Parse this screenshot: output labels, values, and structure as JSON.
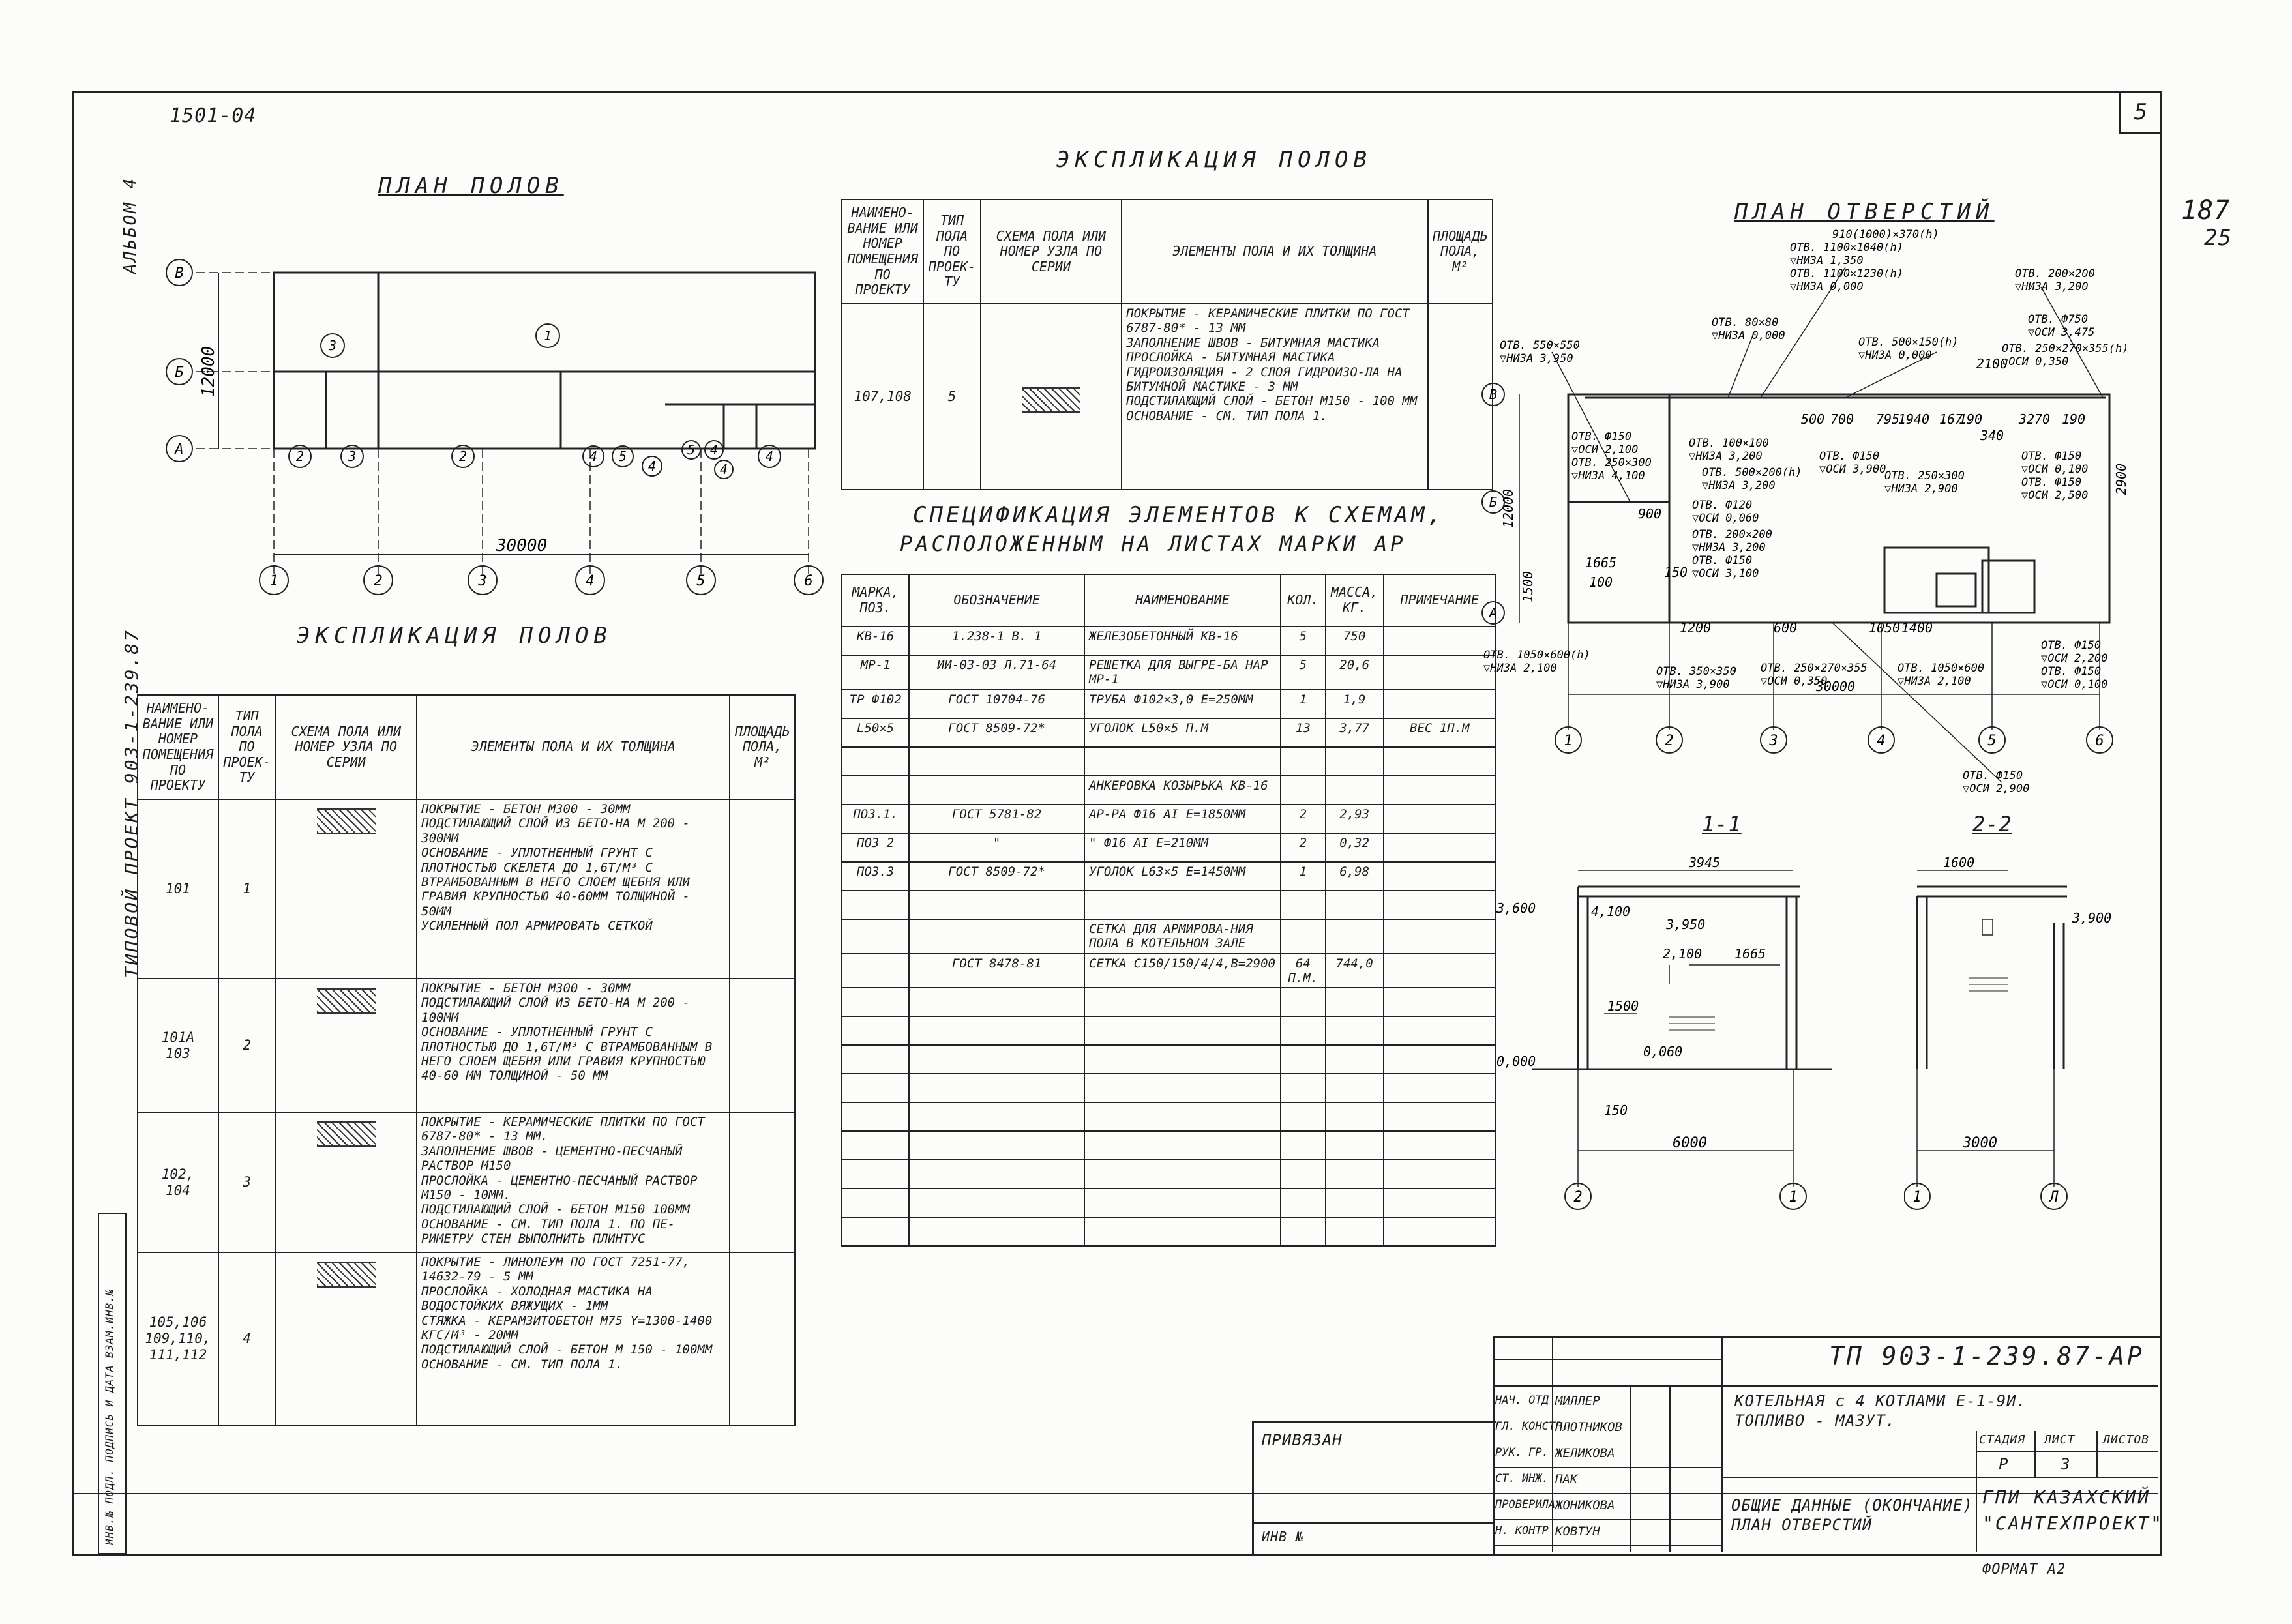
{
  "sheet": {
    "number": "5",
    "code_top": "1501-04",
    "corner_note_1": "187",
    "corner_note_2": "25",
    "side_album": "АЛЬБОМ 4",
    "side_project": "ТИПОВОЙ ПРОЕКТ 903-1-239.87",
    "side_stamp": "ИНВ.№ ПОДЛ.   ПОДПИСЬ И ДАТА   ВЗАМ.ИНВ.№"
  },
  "floor_plan": {
    "title": "ПЛАН ПОЛОВ",
    "axes_letters": [
      "В",
      "Б",
      "А"
    ],
    "axes_numbers": [
      "1",
      "2",
      "3",
      "4",
      "5",
      "6"
    ],
    "dim_width": "30000",
    "dim_height": "12000",
    "room_marks": [
      "3",
      "1",
      "2",
      "3",
      "2",
      "4",
      "5",
      "4",
      "5",
      "4",
      "4",
      "4"
    ]
  },
  "explication_left": {
    "title": "ЭКСПЛИКАЦИЯ ПОЛОВ",
    "headers": [
      "НАИМЕНО-ВАНИЕ ИЛИ НОМЕР ПОМЕЩЕНИЯ ПО ПРОЕКТУ",
      "ТИП ПОЛА ПО ПРОЕК-ТУ",
      "СХЕМА ПОЛА ИЛИ НОМЕР УЗЛА ПО СЕРИИ",
      "ЭЛЕМЕНТЫ ПОЛА И ИХ ТОЛЩИНА",
      "ПЛОЩАДЬ ПОЛА, М²"
    ],
    "rows": [
      {
        "room": "101",
        "type": "1",
        "elements": "ПОКРЫТИЕ - БЕТОН М300 - 30ММ\nПОДСТИЛАЮЩИЙ СЛОЙ ИЗ БЕТО-НА М 200 - 300ММ\nОСНОВАНИЕ - УПЛОТНЕННЫЙ ГРУНТ С ПЛОТНОСТЬЮ СКЕЛЕТА ДО 1,6Т/М³ С ВТРАМБОВАННЫМ В НЕГО СЛОЕМ ЩЕБНЯ ИЛИ ГРАВИЯ КРУПНОСТЬЮ 40-60ММ ТОЛЩИНОЙ - 50ММ\nУСИЛЕННЫЙ ПОЛ АРМИРОВАТЬ СЕТКОЙ"
      },
      {
        "room": "101А\n103",
        "type": "2",
        "elements": "ПОКРЫТИЕ - БЕТОН М300 - 30ММ\nПОДСТИЛАЮЩИЙ СЛОЙ ИЗ БЕТО-НА М 200 - 100ММ\nОСНОВАНИЕ - УПЛОТНЕННЫЙ ГРУНТ С ПЛОТНОСТЬЮ ДО 1,6Т/М³ С ВТРАМБОВАННЫМ В НЕГО СЛОЕМ ЩЕБНЯ ИЛИ ГРАВИЯ КРУПНОСТЬЮ 40-60 ММ ТОЛЩИНОЙ - 50 ММ"
      },
      {
        "room": "102,\n104",
        "type": "3",
        "elements": "ПОКРЫТИЕ - КЕРАМИЧЕСКИЕ ПЛИТКИ ПО ГОСТ 6787-80* - 13 ММ.\nЗАПОЛНЕНИЕ ШВОВ - ЦЕМЕНТНО-ПЕСЧАНЫЙ РАСТВОР М150\nПРОСЛОЙКА - ЦЕМЕНТНО-ПЕСЧАНЫЙ РАСТВОР М150 - 10ММ.\nПОДСТИЛАЮЩИЙ СЛОЙ - БЕТОН М150 100ММ\nОСНОВАНИЕ - СМ. ТИП ПОЛА 1. ПО ПЕ-РИМЕТРУ СТЕН ВЫПОЛНИТЬ ПЛИНТУС"
      },
      {
        "room": "105,106\n109,110,\n111,112",
        "type": "4",
        "elements": "ПОКРЫТИЕ - ЛИНОЛЕУМ ПО ГОСТ 7251-77, 14632-79 - 5 ММ\nПРОСЛОЙКА - ХОЛОДНАЯ МАСТИКА НА ВОДОСТОЙКИХ ВЯЖУЩИХ - 1ММ\nСТЯЖКА - КЕРАМЗИТОБЕТОН М75 Y=1300-1400 КГС/М³ - 20ММ\nПОДСТИЛАЮЩИЙ СЛОЙ - БЕТОН М 150 - 100ММ\nОСНОВАНИЕ - СМ. ТИП ПОЛА 1."
      }
    ]
  },
  "explication_top": {
    "title": "ЭКСПЛИКАЦИЯ ПОЛОВ",
    "headers": [
      "НАИМЕНО-ВАНИЕ ИЛИ НОМЕР ПОМЕЩЕНИЯ ПО ПРОЕКТУ",
      "ТИП ПОЛА ПО ПРОЕК-ТУ",
      "СХЕМА ПОЛА ИЛИ НОМЕР УЗЛА ПО СЕРИИ",
      "ЭЛЕМЕНТЫ ПОЛА И ИХ ТОЛЩИНА",
      "ПЛОЩАДЬ ПОЛА, М²"
    ],
    "room": "107,108",
    "type": "5",
    "elements": "ПОКРЫТИЕ - КЕРАМИЧЕСКИЕ ПЛИТКИ ПО ГОСТ 6787-80* - 13 ММ\nЗАПОЛНЕНИЕ ШВОВ - БИТУМНАЯ МАСТИКА\nПРОСЛОЙКА - БИТУМНАЯ МАСТИКА\nГИДРОИЗОЛЯЦИЯ - 2 СЛОЯ ГИДРОИЗО-ЛА НА БИТУМНОЙ МАСТИКЕ - 3 ММ\nПОДСТИЛАЮЩИЙ СЛОЙ - БЕТОН М150 - 100 ММ\nОСНОВАНИЕ - СМ. ТИП ПОЛА 1."
  },
  "specification": {
    "title_line1": "СПЕЦИФИКАЦИЯ ЭЛЕМЕНТОВ К СХЕМАМ,",
    "title_line2": "РАСПОЛОЖЕННЫМ НА ЛИСТАХ МАРКИ АР",
    "headers": [
      "МАРКА, ПОЗ.",
      "ОБОЗНАЧЕНИЕ",
      "НАИМЕНОВАНИЕ",
      "КОЛ.",
      "МАССА, КГ.",
      "ПРИМЕЧАНИЕ"
    ],
    "rows": [
      [
        "КВ-16",
        "1.238-1 В. 1",
        "ЖЕЛЕЗОБЕТОННЫЙ КВ-16",
        "5",
        "750",
        ""
      ],
      [
        "МР-1",
        "ИИ-03-03 Л.71-64",
        "РЕШЕТКА ДЛЯ ВЫГРЕ-БА НАР МР-1",
        "5",
        "20,6",
        ""
      ],
      [
        "ТР Ф102",
        "ГОСТ 10704-76",
        "ТРУБА Ф102×3,0 Е=250ММ",
        "1",
        "1,9",
        ""
      ],
      [
        "L50×5",
        "ГОСТ 8509-72*",
        "УГОЛОК L50×5 П.М",
        "13",
        "3,77",
        "ВЕС 1П.М"
      ],
      [
        "",
        "",
        "",
        "",
        "",
        ""
      ],
      [
        "",
        "",
        "АНКЕРОВКА КОЗЫРЬКА КВ-16",
        "",
        "",
        ""
      ],
      [
        "ПОЗ.1.",
        "ГОСТ 5781-82",
        "АР-РА Ф16 АI Е=1850ММ",
        "2",
        "2,93",
        ""
      ],
      [
        "ПОЗ 2",
        "\"",
        "\" Ф16 АI Е=210ММ",
        "2",
        "0,32",
        ""
      ],
      [
        "ПОЗ.3",
        "ГОСТ 8509-72*",
        "УГОЛОК L63×5 Е=1450ММ",
        "1",
        "6,98",
        ""
      ],
      [
        "",
        "",
        "",
        "",
        "",
        ""
      ],
      [
        "",
        "",
        "СЕТКА ДЛЯ АРМИРОВА-НИЯ ПОЛА В КОТЕЛЬНОМ ЗАЛЕ",
        "",
        "",
        ""
      ],
      [
        "",
        "ГОСТ 8478-81",
        "СЕТКА С150/150/4/4,В=2900",
        "64 П.М.",
        "744,0",
        ""
      ],
      [
        "",
        "",
        "",
        "",
        "",
        ""
      ],
      [
        "",
        "",
        "",
        "",
        "",
        ""
      ],
      [
        "",
        "",
        "",
        "",
        "",
        ""
      ],
      [
        "",
        "",
        "",
        "",
        "",
        ""
      ],
      [
        "",
        "",
        "",
        "",
        "",
        ""
      ],
      [
        "",
        "",
        "",
        "",
        "",
        ""
      ],
      [
        "",
        "",
        "",
        "",
        "",
        ""
      ],
      [
        "",
        "",
        "",
        "",
        "",
        ""
      ],
      [
        "",
        "",
        "",
        "",
        "",
        ""
      ]
    ]
  },
  "openings_plan": {
    "title": "ПЛАН ОТВЕРСТИЙ",
    "labels": [
      "910(1000)×370(h)",
      "ОТВ. 1100×1040(h)",
      "▽НИЗА 1,350",
      "ОТВ. 1100×1230(h)",
      "▽НИЗА 0,000",
      "ОТВ. 80×80",
      "▽НИЗА 0,000",
      "ОТВ. 550×550",
      "▽НИЗА 3,950",
      "ОТВ. 500×150(h)",
      "▽НИЗА 0,000",
      "ОТВ. 200×200",
      "▽НИЗА 3,200",
      "ОТВ. Ф750",
      "▽ОСИ 3,475",
      "ОТВ. 250×270×355(h)",
      "▽ОСИ 0,350",
      "ОТВ. Ф150",
      "▽ОСИ 2,100",
      "ОТВ. 250×300",
      "▽НИЗА 4,100",
      "ОТВ. 100×100",
      "▽НИЗА 3,200",
      "ОТВ. 500×200(h)",
      "▽НИЗА 3,200",
      "ОТВ. Ф120",
      "▽ОСИ 0,060",
      "ОТВ. 200×200",
      "▽НИЗА 3,200",
      "ОТВ. Ф150",
      "▽ОСИ 3,100",
      "ОТВ. Ф150",
      "▽ОСИ 3,900",
      "ОТВ. 250×300",
      "▽НИЗА 2,900",
      "ОТВ. Ф150",
      "▽ОСИ 0,100",
      "ОТВ. Ф150",
      "▽ОСИ 2,500",
      "ОТВ. 1050×600(h)",
      "▽НИЗА 2,100",
      "ОТВ. 350×350",
      "▽НИЗА 3,900",
      "ОТВ. 250×270×355",
      "▽ОСИ 0,350",
      "ОТВ. 1050×600",
      "▽НИЗА 2,100",
      "ОТВ. Ф150",
      "▽ОСИ 2,200",
      "ОТВ. Ф150",
      "▽ОСИ 0,100",
      "ОТВ. Ф150",
      "▽ОСИ 2,900"
    ],
    "dims": [
      "30000",
      "12000",
      "2100",
      "340",
      "3270",
      "190",
      "190",
      "1940",
      "167",
      "795",
      "500",
      "700",
      "1665",
      "1200",
      "600",
      "1050",
      "1400",
      "2900",
      "1500",
      "900",
      "150",
      "100"
    ],
    "axes_letters": [
      "В",
      "Б",
      "А"
    ],
    "axes_numbers": [
      "1",
      "2",
      "3",
      "4",
      "5",
      "6"
    ]
  },
  "section_1": {
    "title": "1-1",
    "dims": [
      "3945",
      "3,600",
      "4,100",
      "3,950",
      "2,100",
      "1665",
      "1500",
      "0,000",
      "0,060",
      "150",
      "6000"
    ],
    "axes": [
      "2",
      "1"
    ]
  },
  "section_2": {
    "title": "2-2",
    "dims": [
      "1600",
      "3,900",
      "3000"
    ],
    "axes": [
      "1",
      "Л"
    ]
  },
  "title_block": {
    "code": "ТП 903-1-239.87-АР",
    "description_line1": "КОТЕЛЬНАЯ с 4 КОТЛАМИ Е-1-9И.",
    "description_line2": "ТОПЛИВО - МАЗУТ.",
    "sheet_name_line1": "ОБЩИЕ ДАННЫЕ (ОКОНЧАНИЕ)",
    "sheet_name_line2": "ПЛАН ОТВЕРСТИЙ",
    "stage_header": "СТАДИЯ",
    "sheet_header": "ЛИСТ",
    "sheets_header": "ЛИСТОВ",
    "stage": "Р",
    "sheet": "3",
    "org_line1": "ГПИ КАЗАХСКИЙ",
    "org_line2": "\"САНТЕХПРОЕКТ\"",
    "format": "ФОРМАТ А2",
    "privyazan": "ПРИВЯЗАН",
    "inv": "ИНВ №",
    "signers": [
      {
        "role": "НАЧ. ОТД",
        "name": "МИЛЛЕР"
      },
      {
        "role": "ГЛ. КОНСТР.",
        "name": "ПЛОТНИКОВ"
      },
      {
        "role": "РУК. ГР.",
        "name": "ЖЕЛИКОВА"
      },
      {
        "role": "СТ. ИНЖ.",
        "name": "ПАК"
      },
      {
        "role": "ПРОВЕРИЛА",
        "name": "ЖОНИКОВА"
      },
      {
        "role": "Н. КОНТР",
        "name": "КОВТУН"
      }
    ]
  }
}
